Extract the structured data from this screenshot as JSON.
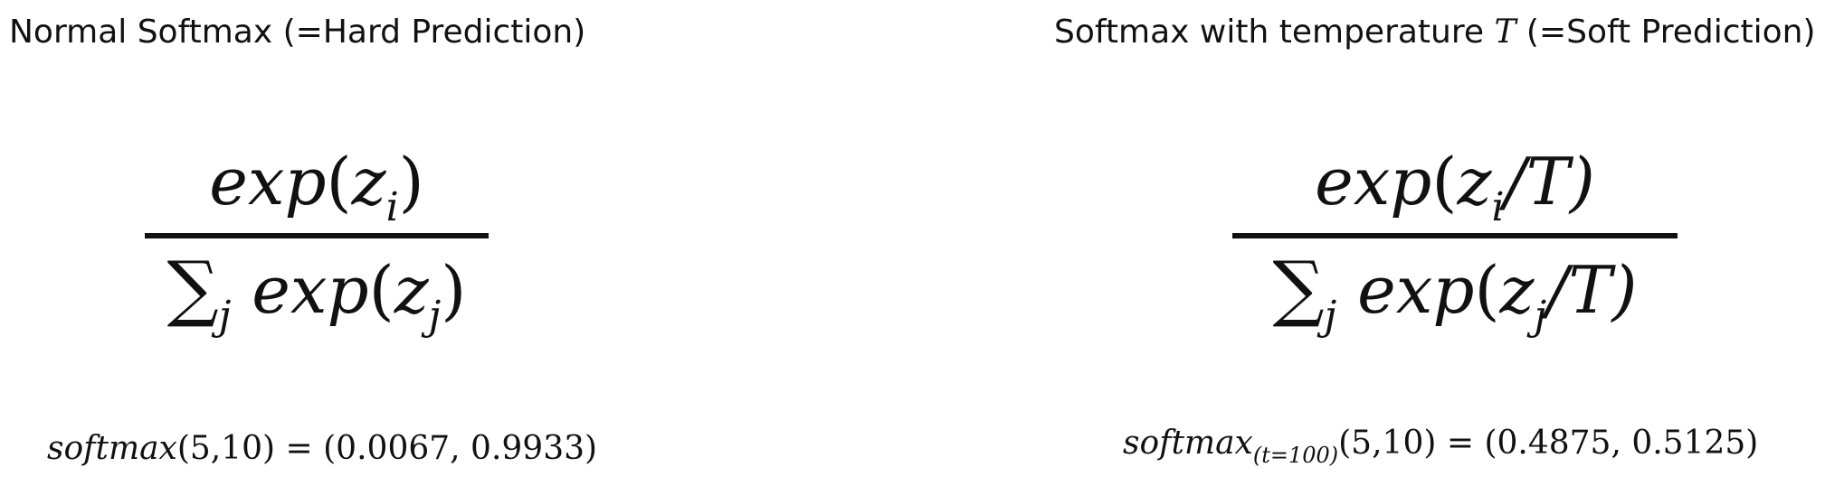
{
  "left": {
    "heading": "Normal Softmax (=Hard Prediction)",
    "numerator": {
      "fn": "exp",
      "open": "(",
      "var": "z",
      "sub": "i",
      "close": ")"
    },
    "denominator": {
      "sigma": "∑",
      "sigma_sub": "j",
      "fn": "exp",
      "open": "(",
      "var": "z",
      "sub": "j",
      "close": ")"
    },
    "example": {
      "fn": "softmax",
      "args": "(5,10) = (0.0067, 0.9933)"
    }
  },
  "right": {
    "heading_prefix": "Softmax with temperature ",
    "heading_var": "T",
    "heading_suffix": " (=Soft Prediction)",
    "numerator": {
      "fn": "exp",
      "open": "(",
      "var": "z",
      "sub": "i",
      "rest": "/T)"
    },
    "denominator": {
      "sigma": "∑",
      "sigma_sub": "j",
      "fn": "exp",
      "open": "(",
      "var": "z",
      "sub": "j",
      "rest": "/T)"
    },
    "example": {
      "fn": "softmax",
      "fn_sub": "(t=100)",
      "args": "(5,10) = (0.4875, 0.5125)"
    }
  }
}
